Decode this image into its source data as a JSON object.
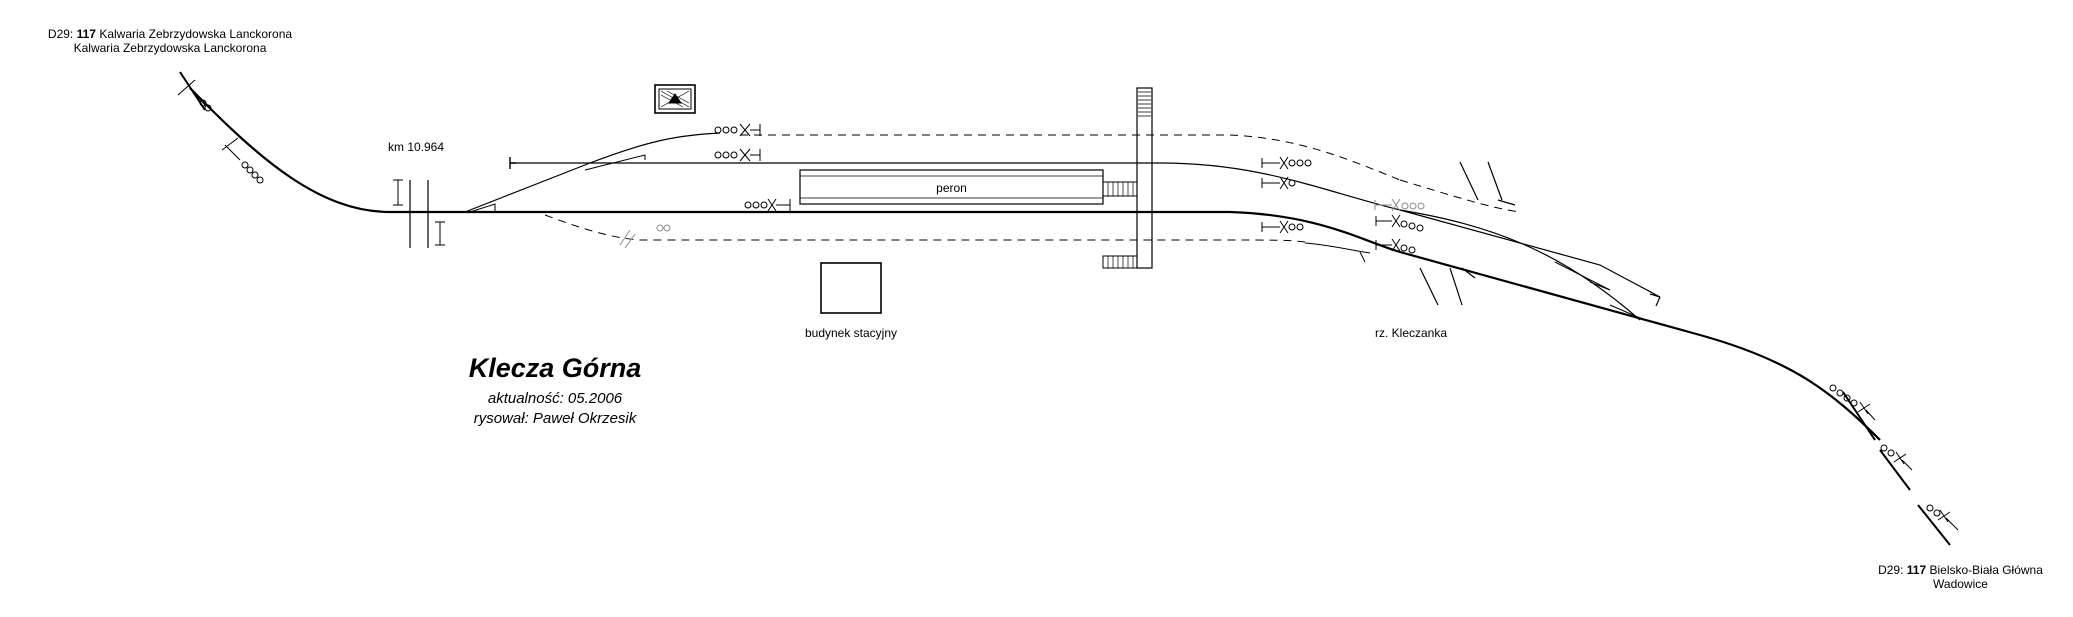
{
  "stations": {
    "west": {
      "line_prefix": "D29:",
      "line_number": "117",
      "direction": "Kalwaria Zebrzydowska Lanckorona",
      "next_station": "Kalwaria Zebrzydowska Lanckorona"
    },
    "east": {
      "line_prefix": "D29:",
      "line_number": "117",
      "direction": "Bielsko-Biała Główna",
      "next_station": "Wadowice"
    }
  },
  "labels": {
    "km": "km 10.964",
    "platform": "peron",
    "station_building": "budynek stacyjny",
    "river": "rz. Kleczanka"
  },
  "title_block": {
    "title": "Klecza Górna",
    "updated": "aktualność: 05.2006",
    "author": "rysował: Paweł Okrzesik"
  },
  "colors": {
    "track": "#000000",
    "inactive_signal": "#8c8c8c"
  }
}
